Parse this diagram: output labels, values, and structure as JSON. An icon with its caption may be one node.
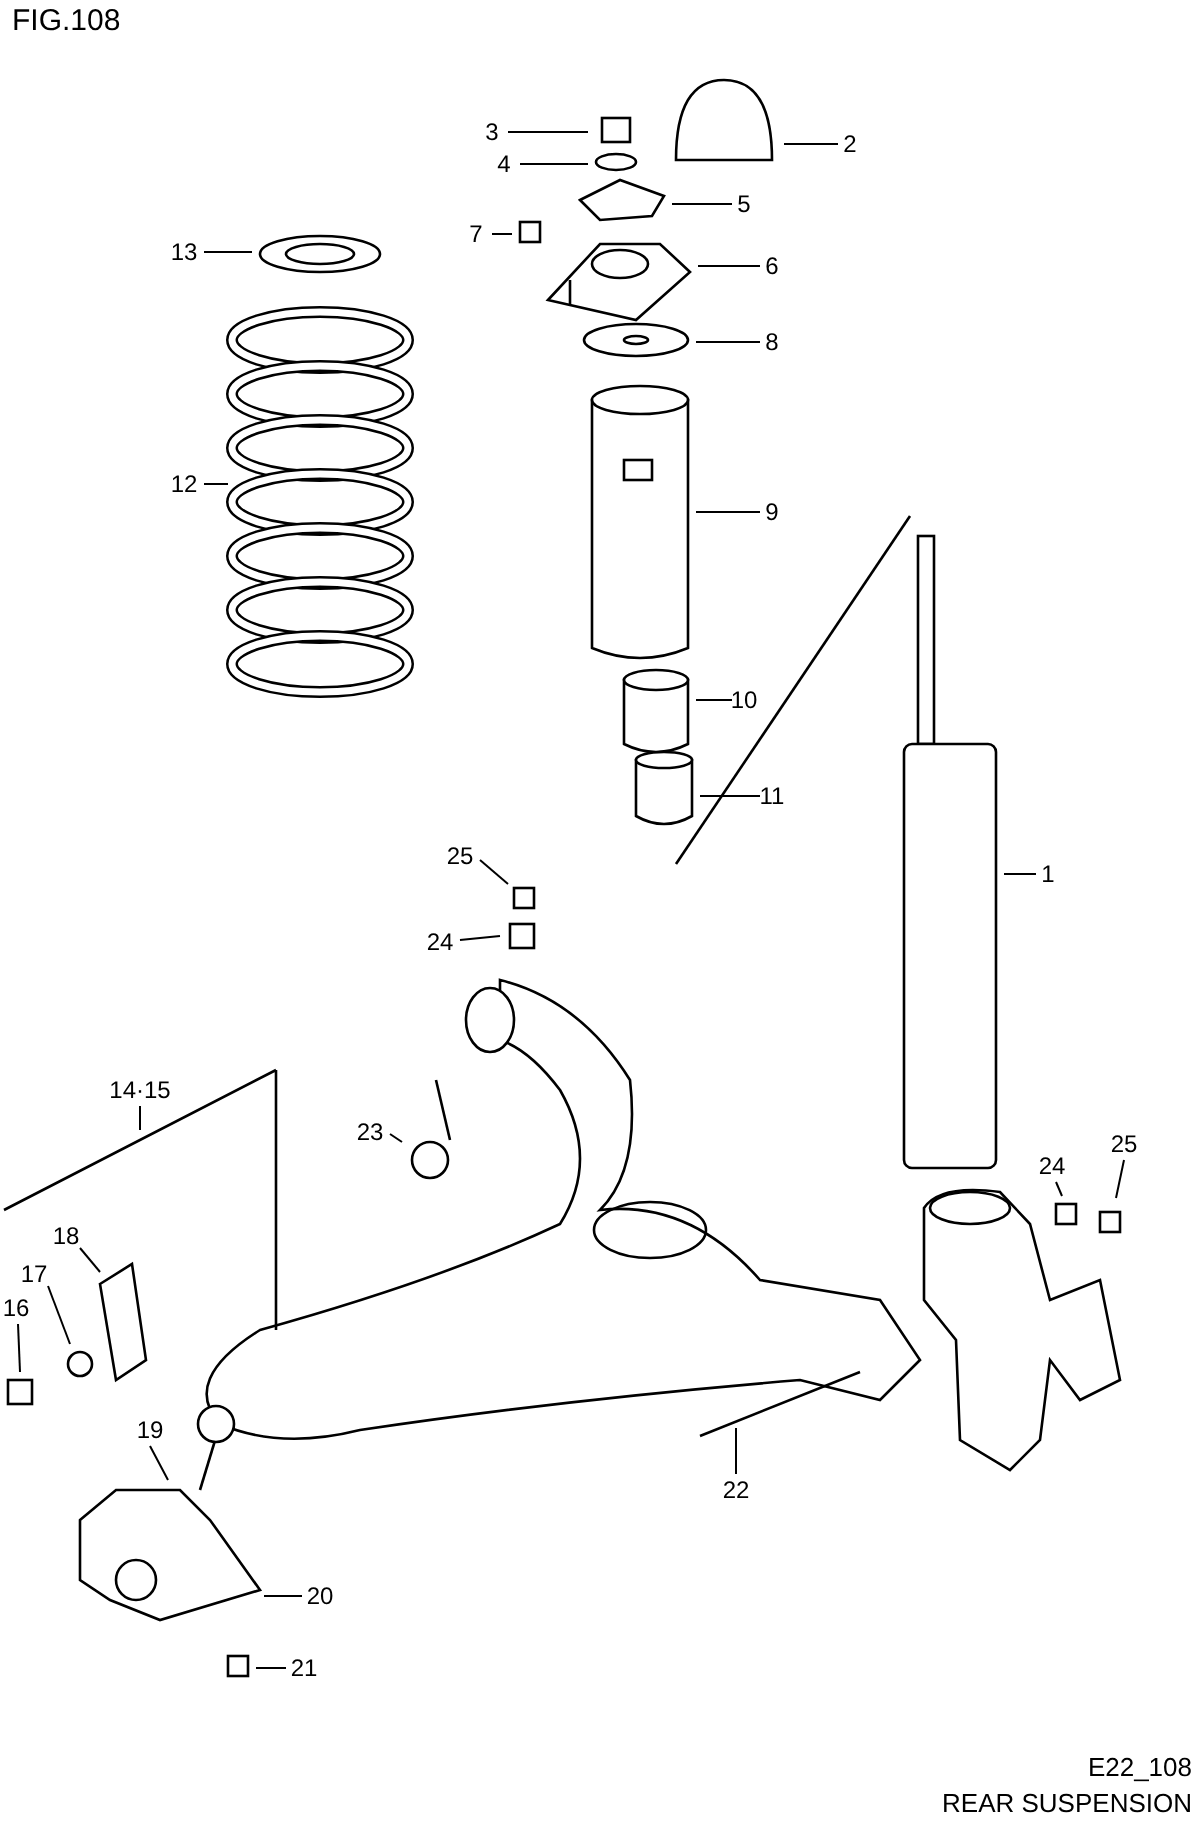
{
  "diagram": {
    "nodes": [
      {
        "text": [
          "3"
        ]
      },
      {
        "text": [
          "2"
        ]
      },
      {
        "text": [
          "4"
        ]
      },
      {
        "text": [
          "5"
        ]
      },
      {
        "text": [
          "7"
        ]
      },
      {
        "text": [
          "6"
        ]
      },
      {
        "text": [
          "13"
        ]
      },
      {
        "text": [
          "8"
        ]
      },
      {
        "text": [
          "12"
        ]
      },
      {
        "text": [
          "9"
        ]
      },
      {
        "text": [
          "10"
        ]
      },
      {
        "text": [
          "11"
        ]
      },
      {
        "text": [
          "25"
        ]
      },
      {
        "text": [
          "1"
        ]
      },
      {
        "text": [
          "24"
        ]
      },
      {
        "text": [
          "14·15"
        ]
      },
      {
        "text": [
          "23"
        ]
      },
      {
        "text": [
          "24"
        ]
      },
      {
        "text": [
          "25"
        ]
      },
      {
        "text": [
          "18"
        ]
      },
      {
        "text": [
          "17"
        ]
      },
      {
        "text": [
          "16"
        ]
      },
      {
        "text": [
          "19"
        ]
      },
      {
        "text": [
          "22"
        ]
      },
      {
        "text": [
          "20"
        ]
      },
      {
        "text": [
          "21"
        ]
      }
    ],
    "edges": [
      {
        "from": 0,
        "to": null,
        "arrow": "none"
      },
      {
        "from": 1,
        "to": null,
        "arrow": "none"
      },
      {
        "from": 2,
        "to": null,
        "arrow": "none"
      },
      {
        "from": 3,
        "to": null,
        "arrow": "none"
      },
      {
        "from": 4,
        "to": null,
        "arrow": "none"
      },
      {
        "from": 5,
        "to": null,
        "arrow": "none"
      },
      {
        "from": 6,
        "to": null,
        "arrow": "none"
      },
      {
        "from": 7,
        "to": null,
        "arrow": "none"
      },
      {
        "from": 8,
        "to": null,
        "arrow": "none"
      },
      {
        "from": 9,
        "to": null,
        "arrow": "none"
      },
      {
        "from": 10,
        "to": null,
        "arrow": "none"
      },
      {
        "from": 11,
        "to": null,
        "arrow": "none"
      },
      {
        "from": 12,
        "to": null,
        "arrow": "none"
      },
      {
        "from": 13,
        "to": null,
        "arrow": "none"
      },
      {
        "from": 14,
        "to": null,
        "arrow": "none"
      },
      {
        "from": 15,
        "to": null,
        "arrow": "none"
      },
      {
        "from": 16,
        "to": null,
        "arrow": "none"
      },
      {
        "from": 17,
        "to": null,
        "arrow": "none"
      },
      {
        "from": 18,
        "to": null,
        "arrow": "none"
      },
      {
        "from": 19,
        "to": null,
        "arrow": "none"
      },
      {
        "from": 20,
        "to": null,
        "arrow": "none"
      },
      {
        "from": 21,
        "to": null,
        "arrow": "none"
      },
      {
        "from": 22,
        "to": null,
        "arrow": "none"
      },
      {
        "from": 23,
        "to": null,
        "arrow": "none"
      },
      {
        "from": 24,
        "to": null,
        "arrow": "none"
      },
      {
        "from": 25,
        "to": null,
        "arrow": "none"
      }
    ],
    "labels": [
      "FIG.108",
      "E22_108",
      "REAR SUSPENSION"
    ]
  }
}
